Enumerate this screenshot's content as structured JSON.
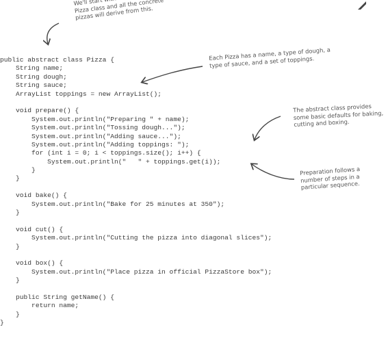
{
  "annotations": {
    "abstract_base": "We'll start with an abstract\nPizza class and all the concrete\npizzas will derive from this.",
    "fields": "Each Pizza has a name, a type of dough, a\ntype of sauce, and a set of toppings.",
    "defaults": "The abstract class provides\nsome basic defaults for baking,\ncutting and boxing.",
    "preparation": "Preparation follows a\nnumber of steps in a\nparticular sequence."
  },
  "code": [
    "public abstract class Pizza {",
    "    String name;",
    "    String dough;",
    "    String sauce;",
    "    ArrayList toppings = new ArrayList();",
    "",
    "    void prepare() {",
    "        System.out.println(\"Preparing \" + name);",
    "        System.out.println(\"Tossing dough...\");",
    "        System.out.println(\"Adding sauce...\");",
    "        System.out.println(\"Adding toppings: \");",
    "        for (int i = 0; i < toppings.size(); i++) {",
    "            System.out.println(\"   \" + toppings.get(i));",
    "        }",
    "    }",
    "",
    "    void bake() {",
    "        System.out.println(\"Bake for 25 minutes at 350\");",
    "    }",
    "",
    "    void cut() {",
    "        System.out.println(\"Cutting the pizza into diagonal slices\");",
    "    }",
    "",
    "    void box() {",
    "        System.out.println(\"Place pizza in official PizzaStore box\");",
    "    }",
    "",
    "    public String getName() {",
    "        return name;",
    "    }",
    "}"
  ]
}
